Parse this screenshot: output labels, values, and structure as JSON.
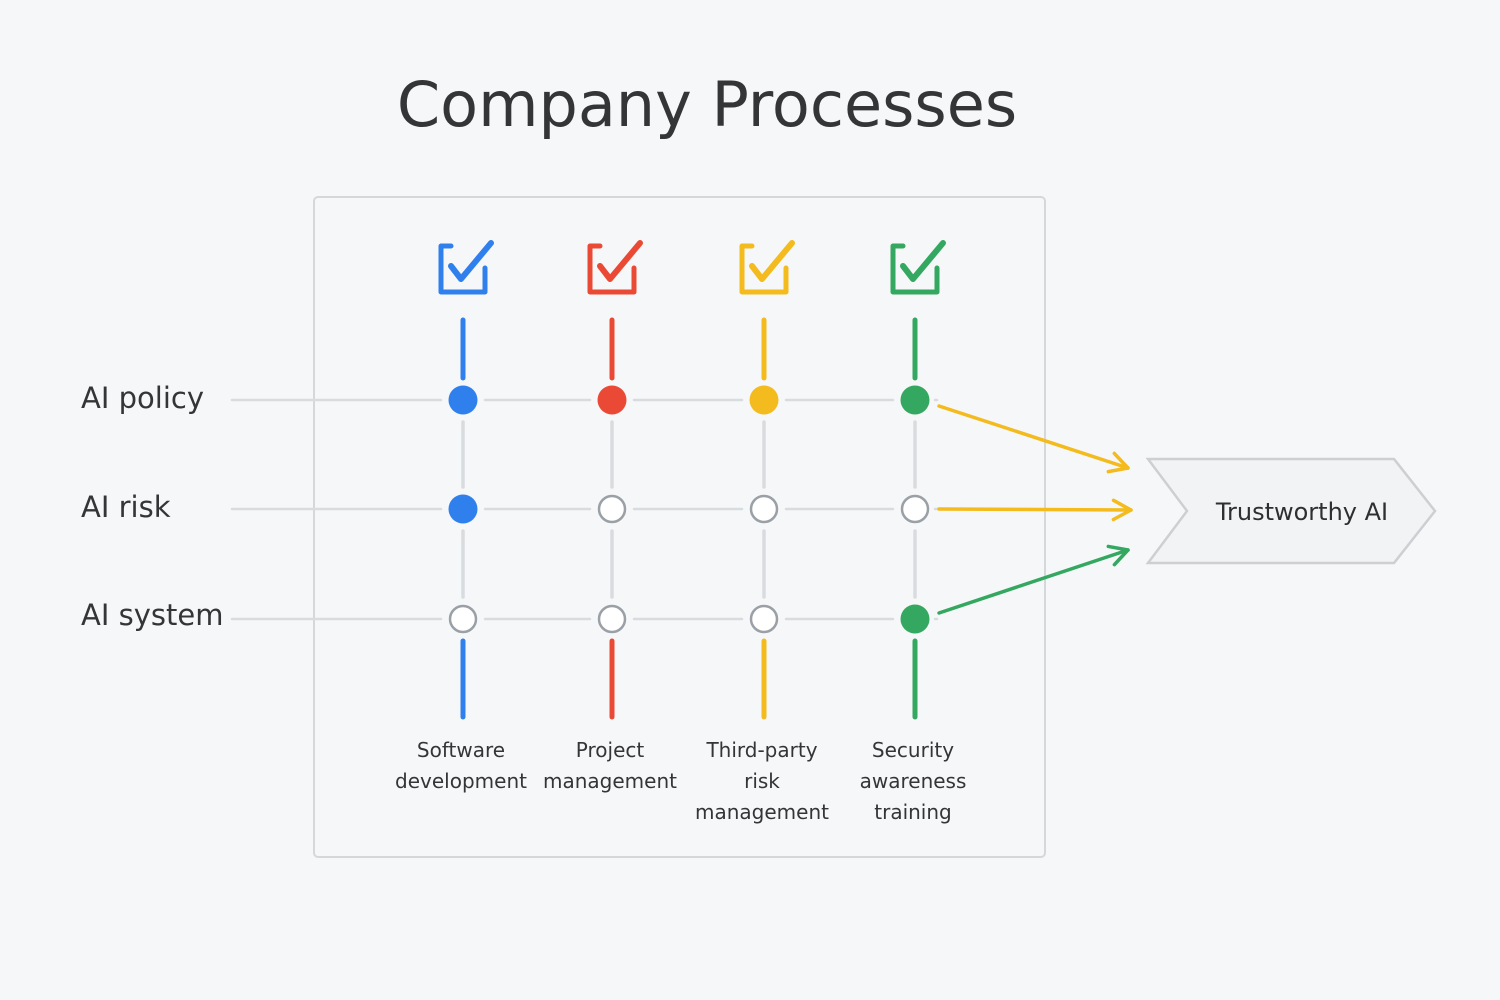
{
  "title": "Company Processes",
  "rows": [
    {
      "label": "AI policy"
    },
    {
      "label": "AI risk"
    },
    {
      "label": "AI system"
    }
  ],
  "columns": [
    {
      "label_lines": [
        "Software",
        "development"
      ],
      "color": "#2f80ed",
      "checkbox_icon": "checkbox-checked-icon",
      "dots_filled": [
        true,
        true,
        false
      ]
    },
    {
      "label_lines": [
        "Project",
        "management"
      ],
      "color": "#ea4a35",
      "checkbox_icon": "checkbox-checked-icon",
      "dots_filled": [
        true,
        false,
        false
      ]
    },
    {
      "label_lines": [
        "Third-party",
        "risk",
        "management"
      ],
      "color": "#f4bb1e",
      "checkbox_icon": "checkbox-checked-icon",
      "dots_filled": [
        true,
        false,
        false
      ]
    },
    {
      "label_lines": [
        "Security",
        "awareness",
        "training"
      ],
      "color": "#34a761",
      "checkbox_icon": "checkbox-checked-icon",
      "dots_filled": [
        true,
        false,
        true
      ]
    }
  ],
  "target": {
    "label": "Trustworthy AI"
  },
  "arrows": [
    {
      "from_row": 0,
      "color": "#f4bb1e"
    },
    {
      "from_row": 1,
      "color": "#f4bb1e"
    },
    {
      "from_row": 2,
      "color": "#34a761"
    }
  ],
  "colors": {
    "text": "#333537",
    "grid_line": "#d9dcdf",
    "empty_dot_stroke": "#9aa0a5",
    "panel_border": "#d5d8db",
    "target_fill": "#f2f3f5",
    "target_stroke": "#cdd0d3"
  }
}
